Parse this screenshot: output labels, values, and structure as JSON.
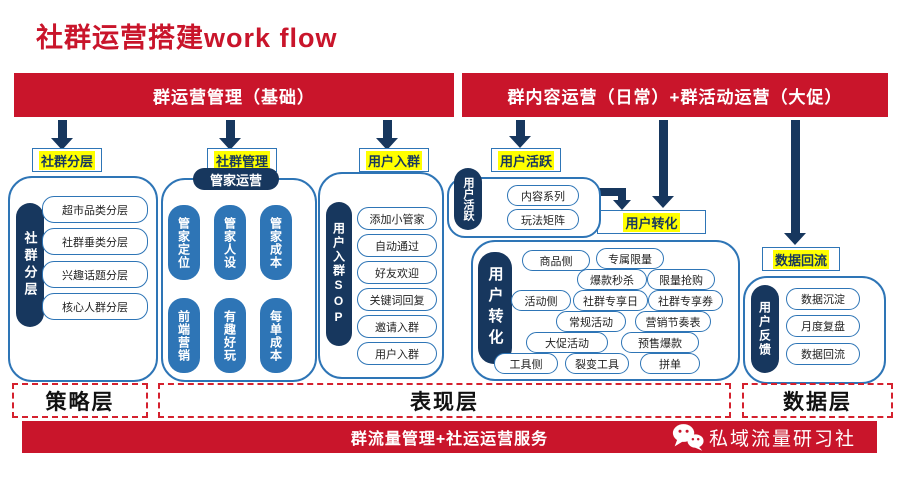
{
  "title": "社群运营搭建work flow",
  "colors": {
    "red": "#C9152B",
    "navy": "#17375E",
    "blue": "#2E75B6",
    "highlight": "#FFFF00"
  },
  "top_bars": {
    "left": "群运营管理（基础）",
    "right": "群内容运营（日常）+群活动运营（大促）"
  },
  "stage_labels": {
    "layering": "社群分层",
    "management": "社群管理",
    "joining": "用户入群",
    "activation": "用户活跃",
    "conversion": "用户转化",
    "data_reflow": "数据回流"
  },
  "sections": {
    "layering": {
      "pill": "社群分层",
      "items": [
        "超市品类分层",
        "社群垂类分层",
        "兴趣话题分层",
        "核心人群分层"
      ]
    },
    "management": {
      "header": "管家运营",
      "items": [
        "管家定位",
        "管家人设",
        "管家成本",
        "前端营销",
        "有趣好玩",
        "每单成本"
      ]
    },
    "joining": {
      "pill": "用户入群SOP",
      "items": [
        "添加小管家",
        "自动通过",
        "好友欢迎",
        "关键词回复",
        "邀请入群",
        "用户入群"
      ]
    },
    "activation": {
      "pill": "用户活跃",
      "items": [
        "内容系列",
        "玩法矩阵"
      ]
    },
    "conversion": {
      "pill": "用户转化",
      "items": [
        "商品侧",
        "专属限量",
        "爆款秒杀",
        "限量抢购",
        "活动侧",
        "社群专享日",
        "社群专享券",
        "常规活动",
        "营销节奏表",
        "大促活动",
        "预售爆款",
        "工具侧",
        "裂变工具",
        "拼单"
      ]
    },
    "feedback": {
      "pill": "用户反馈",
      "items": [
        "数据沉淀",
        "月度复盘",
        "数据回流"
      ]
    }
  },
  "layers": {
    "strategy": "策略层",
    "presentation": "表现层",
    "data": "数据层"
  },
  "footer": {
    "bar_text": "群流量管理+社运运营服务",
    "brand": "私域流量研习社"
  }
}
